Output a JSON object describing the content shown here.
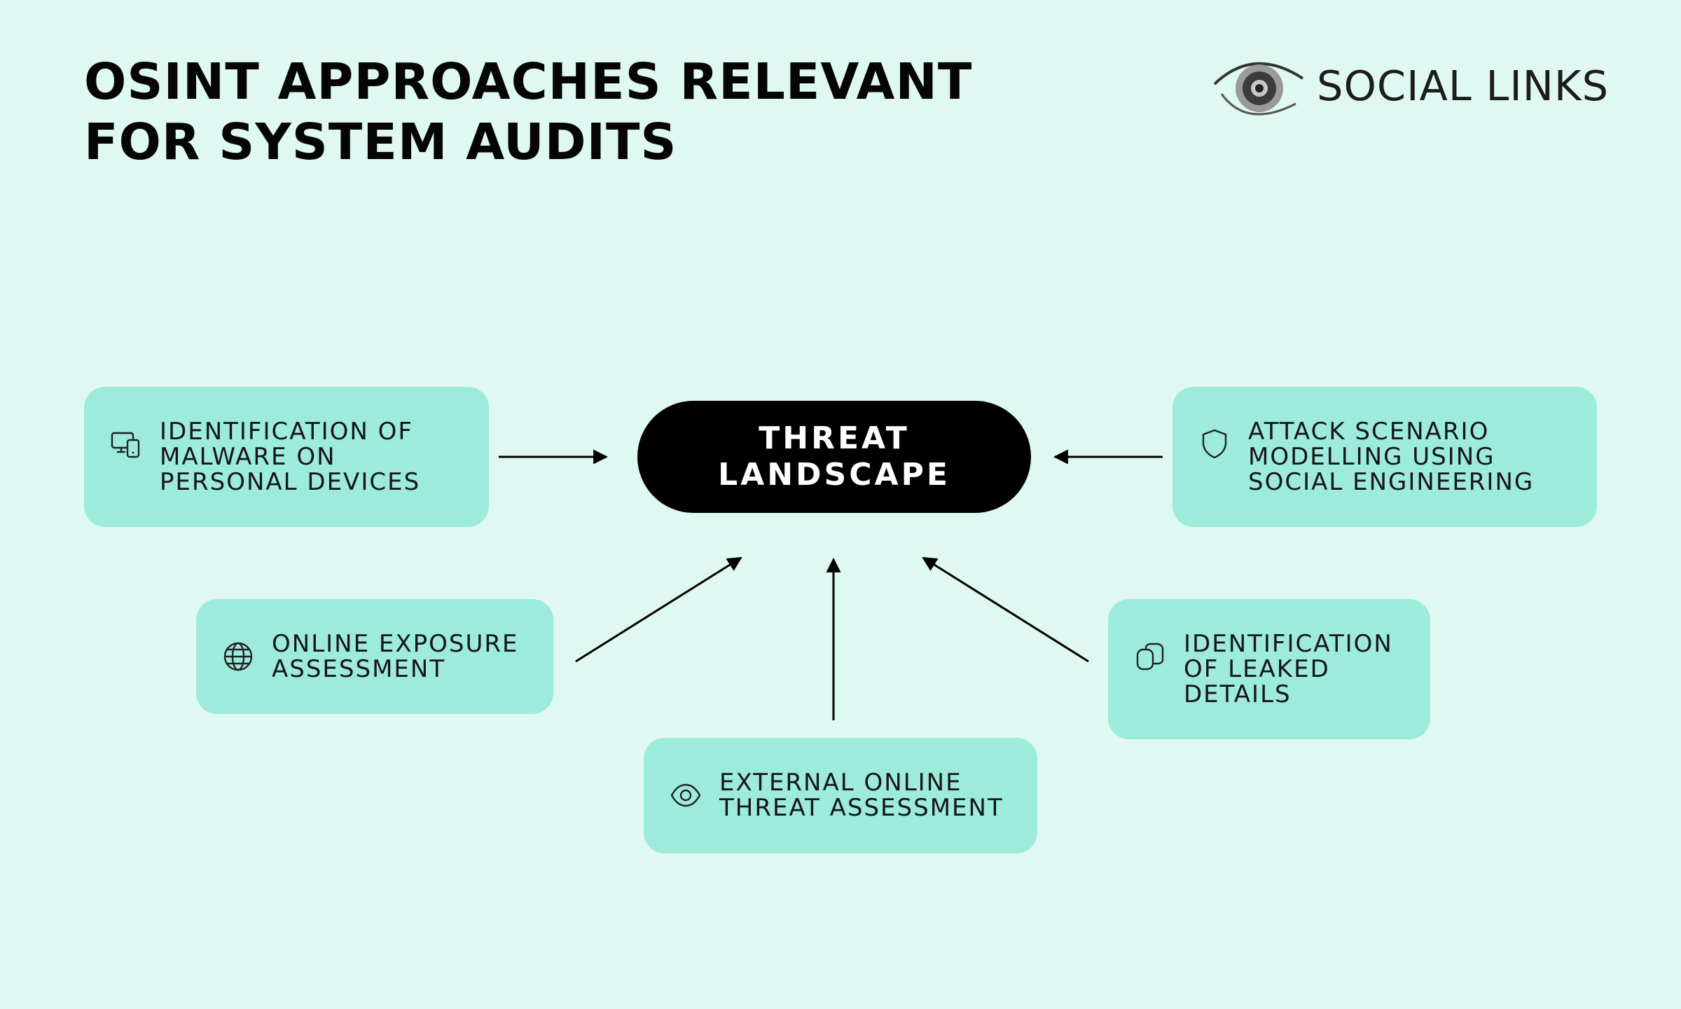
{
  "title": {
    "line1": "OSINT APPROACHES RELEVANT",
    "line2": "FOR SYSTEM AUDITS"
  },
  "logo": {
    "text": "SOCIAL LINKS",
    "icon": "eye-logo-icon"
  },
  "hub": {
    "label": "THREAT\nLANDSCAPE"
  },
  "nodes": {
    "malware": {
      "label": "IDENTIFICATION OF\nMALWARE ON\nPERSONAL DEVICES",
      "icon": "devices-icon"
    },
    "attack": {
      "label": "ATTACK SCENARIO\nMODELLING USING\nSOCIAL ENGINEERING",
      "icon": "shield-icon"
    },
    "exposure": {
      "label": "ONLINE EXPOSURE\nASSESSMENT",
      "icon": "globe-icon"
    },
    "leaked": {
      "label": "IDENTIFICATION\nOF LEAKED\nDETAILS",
      "icon": "copy-icon"
    },
    "external": {
      "label": "EXTERNAL ONLINE\nTHREAT ASSESSMENT",
      "icon": "eye-icon"
    }
  },
  "colors": {
    "background": "#e0f8f2",
    "card": "#9cebdb",
    "hub": "#000000",
    "text": "#111111"
  }
}
